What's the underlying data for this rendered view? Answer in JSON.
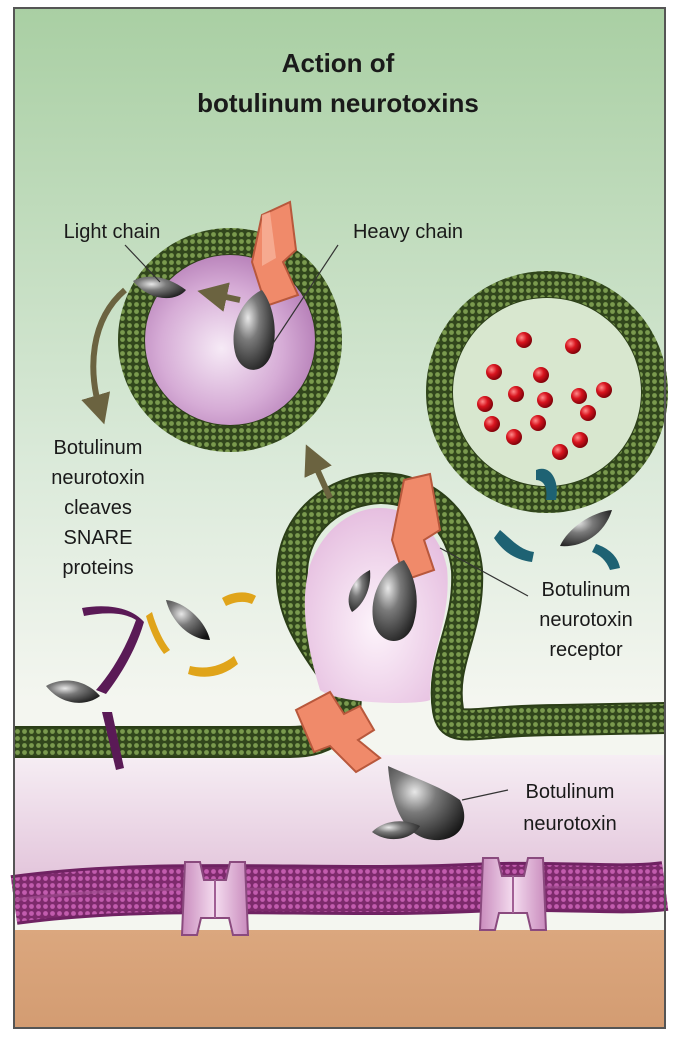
{
  "title": {
    "line1": "Action of",
    "line2": "botulinum neurotoxins"
  },
  "labels": {
    "light_chain": "Light chain",
    "heavy_chain": "Heavy chain",
    "cleaves": [
      "Botulinum",
      "neurotoxin",
      "cleaves",
      "SNARE",
      "proteins"
    ],
    "receptor": [
      "Botulinum",
      "neurotoxin",
      "receptor"
    ],
    "toxin": [
      "Botulinum",
      "neurotoxin"
    ]
  },
  "colors": {
    "top_bg": "#a9cfa3",
    "mid_bg": "#e9f1e4",
    "pink_bg": "#e8cde0",
    "cytoplasm": "#d9a67c",
    "membrane_green": "#3d5424",
    "membrane_purple": "#9c3a86",
    "vesicle_fill": "#c797c6",
    "neurotransmitter": "#d8141e",
    "heavy_chain": "#f08a6a",
    "light_chain": "#3a3a3a",
    "snare_purple": "#5a1a56",
    "snare_yellow": "#e0a41a",
    "receptor_teal": "#1e6273",
    "channel": "#e2b4d8"
  }
}
